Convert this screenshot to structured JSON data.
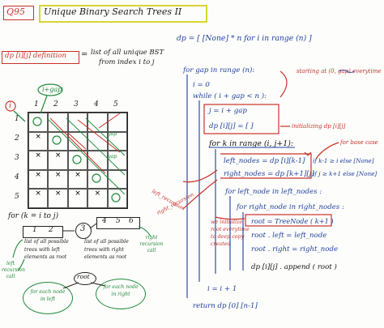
{
  "header": {
    "question_no": "Q95",
    "title": "Unique Binary Search Trees II"
  },
  "definition": {
    "term": "dp [i][j] definition",
    "eq": "=",
    "line1": "list of all unique BST",
    "line2": "from index i to j"
  },
  "grid": {
    "ipgap_label": "i+gap",
    "i_label": "i",
    "col_heads": [
      "1",
      "2",
      "3",
      "4",
      "5"
    ],
    "row_heads": [
      "1",
      "2",
      "3",
      "4",
      "5"
    ],
    "cells": [
      [
        "",
        "",
        "",
        "",
        ""
      ],
      [
        "×",
        "",
        "",
        "",
        ""
      ],
      [
        "×",
        "×",
        "",
        "",
        ""
      ],
      [
        "×",
        "×",
        "×",
        "",
        ""
      ],
      [
        "×",
        "×",
        "×",
        "×",
        ""
      ]
    ],
    "gap_note": "gap",
    "gap_note2": "gap"
  },
  "side_notes": {
    "left_recursion": "left_recursion",
    "right_recursion": "right_recursion"
  },
  "bottom": {
    "for_label": "for (k = i to j)",
    "left_list": [
      "1",
      "2"
    ],
    "root_circle": "3",
    "right_list": [
      "4",
      "5",
      "6"
    ],
    "left_rec_note": "left recursion call",
    "left_note": "list of all possible trees with left elements as root",
    "right_note": "list of all possible trees with right elements as root",
    "right_rec_note": "right recursion call",
    "root_node": "root",
    "for_each_left": "for each node in left",
    "for_each_right": "for each node in right"
  },
  "code": {
    "l1": "dp = [ [None] * n  for i in range (n) ]",
    "l2": "for gap in range (n):",
    "l3": "i = 0",
    "l4": "while ( i + gap < n ):",
    "l5": "j = i + gap",
    "l6": "dp [i][j] = [ ]",
    "l7": "for k in range (i, j+1):",
    "l8a": "left_nodes = dp [i][k-1]",
    "l8b": "if  k-1 ≥ i  else [None]",
    "l9a": "right_nodes = dp [k+1][j]",
    "l9b": "if  j ≥ k+1  else [None]",
    "l10": "for left_node in left_nodes :",
    "l11": "for right_node in right_nodes :",
    "l12": "root = TreeNode ( k+1 )",
    "l13": "root . left = left_node",
    "l14": "root . right = right_node",
    "l15": "dp [i][j] . append ( root )",
    "l16": "i = i + 1",
    "l17": "return  dp [0] [n-1]"
  },
  "code_notes": {
    "start_diag": "starting at (0, gap) everytime",
    "init": "initializing dp [i][j]",
    "base": "for base case",
    "reinit": "we initialize root everytime to deep copy created"
  },
  "colors": {
    "ink_blue": "#1c3f9c",
    "red": "#c8322a",
    "green": "#1f8a3c",
    "title_box": "#d9d434"
  }
}
